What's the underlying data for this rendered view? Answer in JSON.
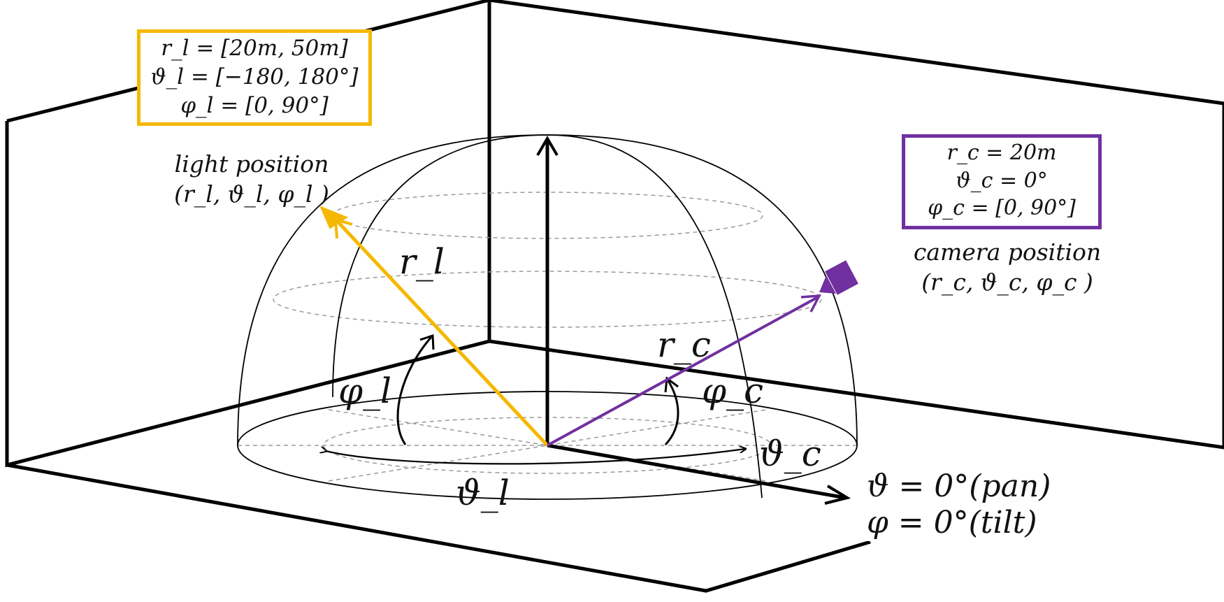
{
  "colors": {
    "light": "#f5b800",
    "camera": "#7030a0",
    "lines": "#000000",
    "grid": "#9a9a9a"
  },
  "light_box": {
    "line1": "r_l = [20m, 50m]",
    "line2": "ϑ_l = [−180, 180°]",
    "line3": "φ_l = [0, 90°]"
  },
  "camera_box": {
    "line1": "r_c = 20m",
    "line2": "ϑ_c = 0°",
    "line3": "φ_c = [0, 90°]"
  },
  "light_caption": {
    "title": "light position",
    "coords": "(r_l, ϑ_l, φ_l )"
  },
  "camera_caption": {
    "title": "camera position",
    "coords": "(r_c, ϑ_c, φ_c )"
  },
  "symbols": {
    "r_l": "r_l",
    "r_c": "r_c",
    "phi_l": "φ_l",
    "phi_c": "φ_c",
    "theta_l": "ϑ_l",
    "theta_c": "ϑ_c"
  },
  "axis_labels": {
    "pan": "ϑ = 0°(pan)",
    "tilt": "φ = 0°(tilt)"
  },
  "icons": {
    "camera": "camera-icon",
    "light": "light-source-icon"
  }
}
